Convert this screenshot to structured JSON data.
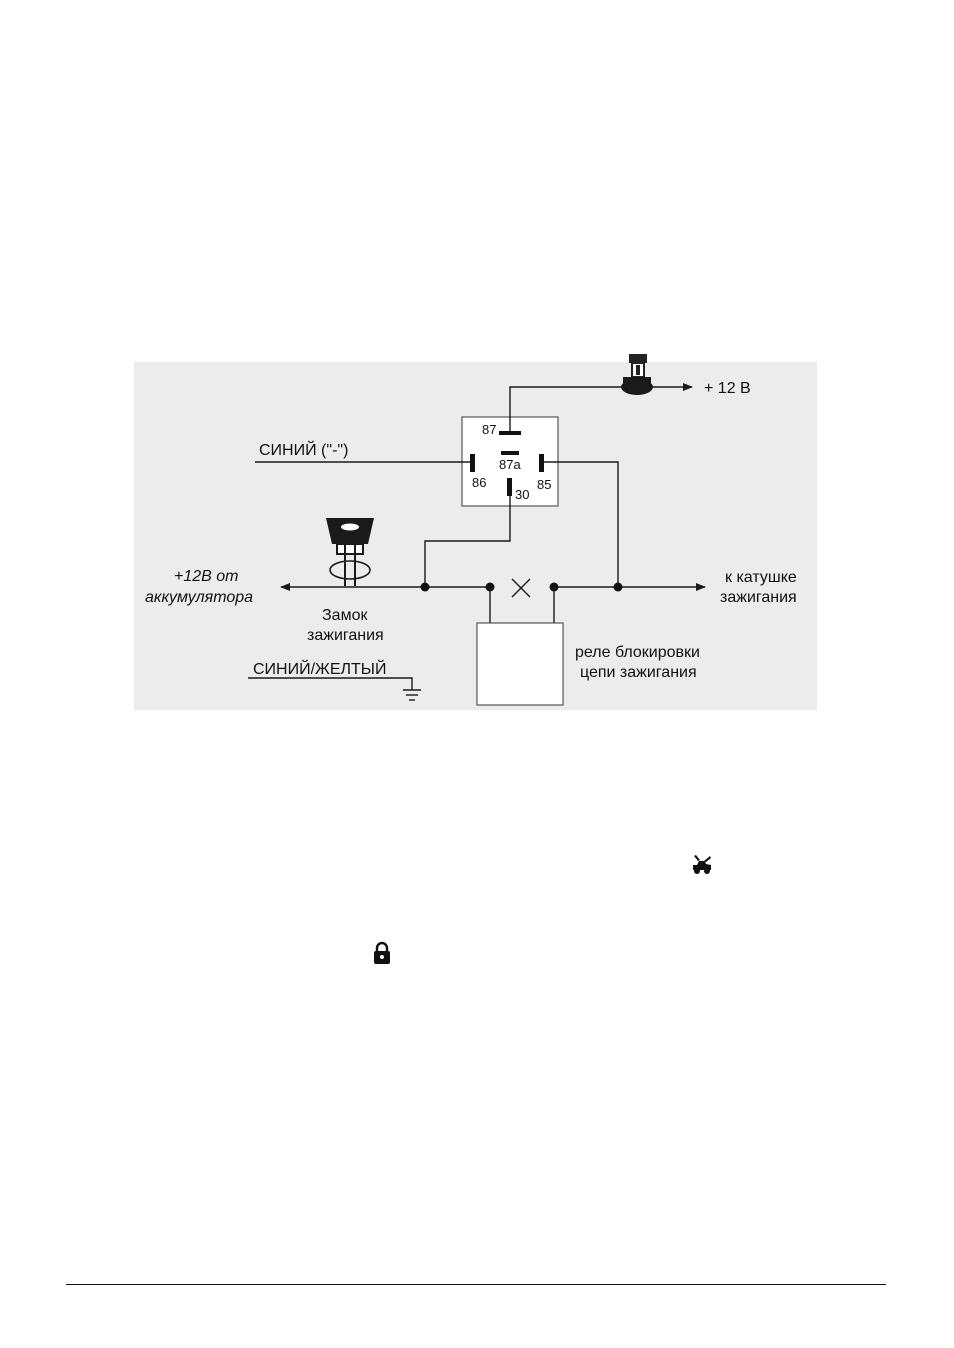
{
  "diagram": {
    "labels": {
      "plus12v": "+ 12 В",
      "blue_minus": "СИНИЙ (\"-\")",
      "blue_yellow": "СИНИЙ/ЖЕЛТЫЙ",
      "battery_line1": "+12В от",
      "battery_line2": "аккумулятора",
      "ignition_lock_line1": "Замок",
      "ignition_lock_line2": "зажигания",
      "coil_line1": "к катушке",
      "coil_line2": "зажигания",
      "block_relay_line1": "реле блокировки",
      "block_relay_line2": "цепи зажигания"
    },
    "relay_pins": {
      "p87": "87",
      "p87a": "87a",
      "p86": "86",
      "p85": "85",
      "p30": "30"
    }
  },
  "icons": {
    "trunk": "car-trunk-open-icon",
    "lock": "padlock-icon"
  },
  "colors": {
    "diagram_background": "#ececec",
    "ink": "#111111"
  }
}
